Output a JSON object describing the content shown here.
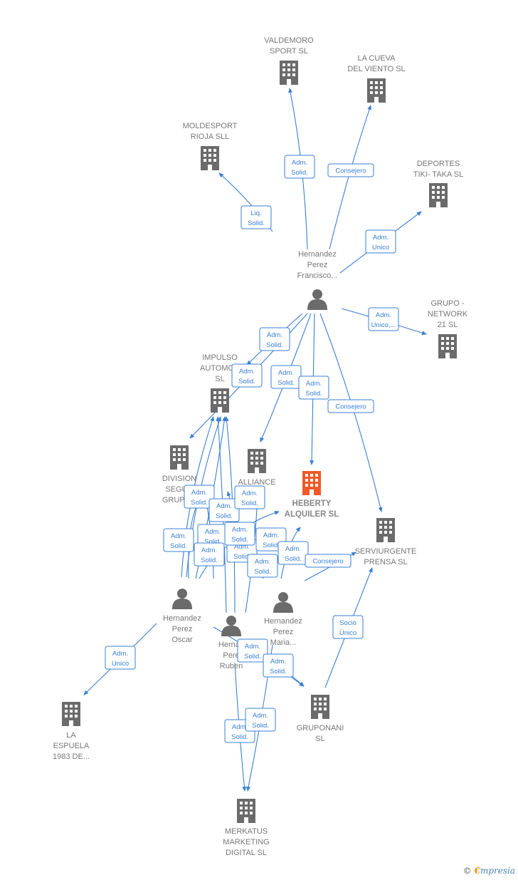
{
  "colors": {
    "edge": "#3a7fd5",
    "building": "#6b6b6b",
    "main_building": "#ef5a28",
    "person": "#6b6b6b"
  },
  "nodes": [
    {
      "id": "valdemoro",
      "kind": "company",
      "lines": [
        "VALDEMORO",
        "SPORT SL"
      ]
    },
    {
      "id": "cueva",
      "kind": "company",
      "lines": [
        "LA CUEVA",
        "DEL VIENTO SL"
      ]
    },
    {
      "id": "moldesport",
      "kind": "company",
      "lines": [
        "MOLDESPORT",
        "RIOJA  SLL"
      ]
    },
    {
      "id": "deportes",
      "kind": "company",
      "lines": [
        "DEPORTES",
        "TIKI- TAKA SL"
      ]
    },
    {
      "id": "francisco",
      "kind": "person",
      "lines": [
        "Hernandez",
        "Perez",
        "Francisco..."
      ]
    },
    {
      "id": "grupo_network",
      "kind": "company",
      "lines": [
        "GRUPO -",
        "NETWORK",
        "21 SL"
      ]
    },
    {
      "id": "impulso",
      "kind": "company",
      "lines": [
        "IMPULSO",
        "AUTOMOC",
        "SL"
      ]
    },
    {
      "id": "division",
      "kind": "company",
      "lines": [
        "DIVISION",
        "SEGUR",
        "GRUPON"
      ]
    },
    {
      "id": "alliance",
      "kind": "company",
      "lines": [
        "ALLIANCE",
        "SL"
      ]
    },
    {
      "id": "heberty",
      "kind": "main",
      "lines": [
        "HEBERTY",
        "ALQUILER  SL"
      ]
    },
    {
      "id": "serviurgente",
      "kind": "company",
      "lines": [
        "SERVIURGENTE",
        "PRENSA  SL"
      ]
    },
    {
      "id": "oscar",
      "kind": "person",
      "lines": [
        "Hernandez",
        "Perez",
        "Oscar"
      ]
    },
    {
      "id": "maria",
      "kind": "person",
      "lines": [
        "Hernandez",
        "Perez",
        "Maria..."
      ]
    },
    {
      "id": "ruben",
      "kind": "person",
      "lines": [
        "Hernan",
        "Pere",
        "Ruben"
      ]
    },
    {
      "id": "espuela",
      "kind": "company",
      "lines": [
        "LA",
        "ESPUELA",
        "1983 DE..."
      ]
    },
    {
      "id": "gruponani",
      "kind": "company",
      "lines": [
        "GRUPONANI",
        "SL"
      ]
    },
    {
      "id": "merkatus",
      "kind": "company",
      "lines": [
        "MERKATUS",
        "MARKETING",
        "DIGITAL  SL"
      ]
    }
  ],
  "edge_labels": [
    {
      "lines": [
        "Adm.",
        "Solid."
      ]
    },
    {
      "lines": [
        "Consejero"
      ]
    },
    {
      "lines": [
        "Liq.",
        "Solid."
      ]
    },
    {
      "lines": [
        "Adm.",
        "Unico"
      ]
    },
    {
      "lines": [
        "Adm.",
        "Unico,..."
      ]
    },
    {
      "lines": [
        "Adm.",
        "Solid."
      ]
    },
    {
      "lines": [
        "Adm.",
        "Solid."
      ]
    },
    {
      "lines": [
        "Adm.",
        "Solid."
      ]
    },
    {
      "lines": [
        "Adm.",
        "Solid."
      ]
    },
    {
      "lines": [
        "Consejero"
      ]
    },
    {
      "lines": [
        "Adm.",
        "Solid."
      ]
    },
    {
      "lines": [
        "Adm.",
        "Solid."
      ]
    },
    {
      "lines": [
        "Adm.",
        "Solid."
      ]
    },
    {
      "lines": [
        "Adm.",
        "Solid."
      ]
    },
    {
      "lines": [
        "Adm.",
        "Solid."
      ]
    },
    {
      "lines": [
        "Adm.",
        "Solid."
      ]
    },
    {
      "lines": [
        "Adm.",
        "Solid."
      ]
    },
    {
      "lines": [
        "Adm.",
        "Solid."
      ]
    },
    {
      "lines": [
        "Adm.",
        "Solid."
      ]
    },
    {
      "lines": [
        "Adm.",
        "Solid."
      ]
    },
    {
      "lines": [
        "Adm.",
        "Solid."
      ]
    },
    {
      "lines": [
        "Consejero"
      ]
    },
    {
      "lines": [
        "Socio",
        "Único"
      ]
    },
    {
      "lines": [
        "Adm.",
        "Unico"
      ]
    },
    {
      "lines": [
        "Adm.",
        "Solid."
      ]
    },
    {
      "lines": [
        "Adm.",
        "Solid."
      ]
    },
    {
      "lines": [
        "Adm.",
        "Solid."
      ]
    },
    {
      "lines": [
        "Adm.",
        "Solid."
      ]
    }
  ],
  "footer": {
    "copyright": "©",
    "brand_first": "€",
    "brand_rest": "mpresia"
  }
}
